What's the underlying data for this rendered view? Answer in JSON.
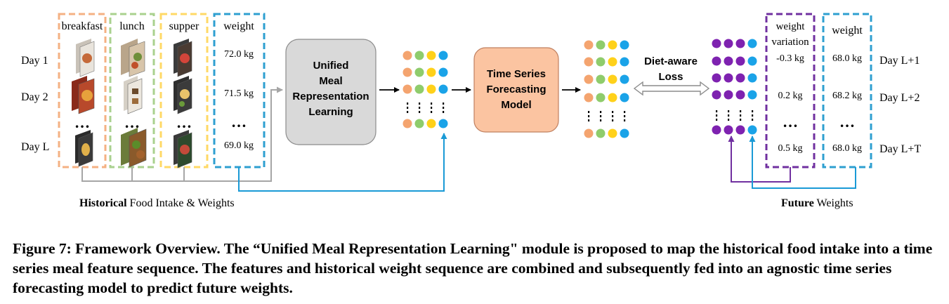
{
  "history": {
    "meal_columns": [
      "breakfast",
      "lunch",
      "supper"
    ],
    "weight_header": "weight",
    "days": [
      "Day 1",
      "Day 2",
      "Day L"
    ],
    "weights": [
      "72.0 kg",
      "71.5 kg",
      "69.0 kg"
    ],
    "ellipsis": "…",
    "label_bold": "Historical",
    "label_rest": " Food Intake & Weights"
  },
  "modules": {
    "representation": [
      "Unified",
      "Meal",
      "Representation",
      "Learning"
    ],
    "forecasting": [
      "Time Series",
      "Forecasting",
      "Model"
    ],
    "loss": [
      "Diet-aware",
      "Loss"
    ]
  },
  "future": {
    "variation_header": [
      "weight",
      "variation"
    ],
    "weight_header": "weight",
    "variations": [
      "-0.3 kg",
      "0.2 kg",
      "0.5 kg"
    ],
    "weights": [
      "68.0 kg",
      "68.2 kg",
      "68.0 kg"
    ],
    "days": [
      "Day L+1",
      "Day L+2",
      "Day L+T"
    ],
    "ellipsis": "…",
    "label_bold": "Future",
    "label_rest": " Weights"
  },
  "caption": "Figure 7: Framework Overview. The “Unified Meal Representation Learning\" module is proposed to map the historical food intake into a time series meal feature sequence. The features and historical weight sequence are combined and subsequently fed into an agnostic time series forecasting model to predict future weights.",
  "colors": {
    "breakfast": "#f4b183",
    "lunch": "#a9d18e",
    "supper": "#ffd966",
    "weight": "#2e9fd0",
    "dot_orange": "#f4a46f",
    "dot_green": "#8fcc6c",
    "dot_yellow": "#ffd11a",
    "dot_blue": "#1aa3e8",
    "dot_purple": "#7e22b0",
    "variation": "#7030a0",
    "representation_fill": "#d9d9d9",
    "forecasting_fill": "#fbc4a1"
  }
}
